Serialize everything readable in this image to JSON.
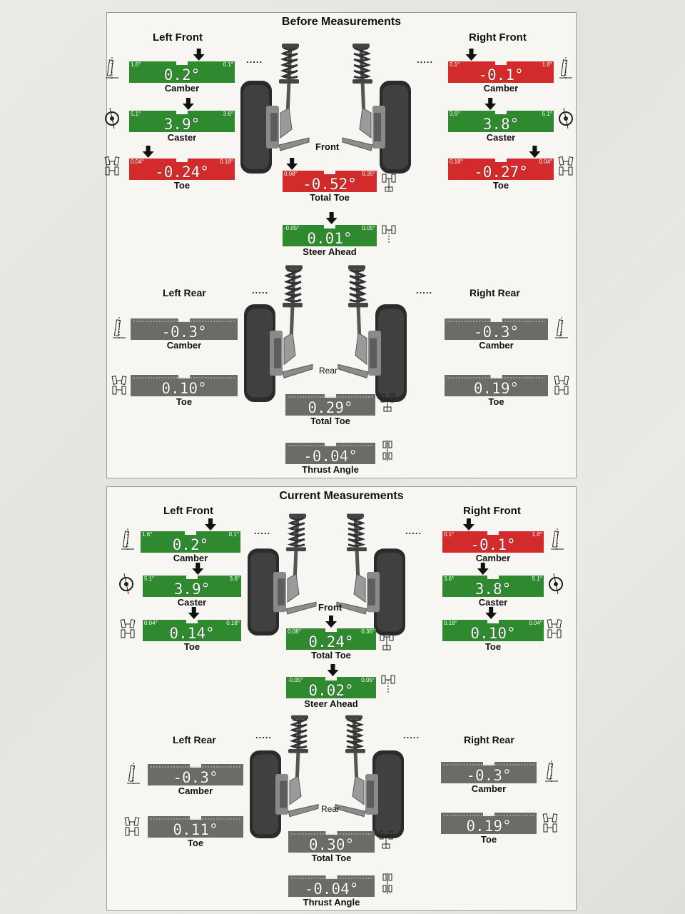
{
  "colors": {
    "green": "#2f8a2f",
    "red": "#d32b2b",
    "gray": "#6c6b68"
  },
  "before": {
    "title": "Before Measurements",
    "left_front": "Left Front",
    "right_front": "Right Front",
    "front": "Front",
    "left_rear": "Left Rear",
    "right_rear": "Right Rear",
    "rear": "Rear",
    "gauges": {
      "lf_camber": {
        "value": "0.2°",
        "min": "1.6°",
        "max": "0.1°",
        "label": "Camber",
        "status": "green"
      },
      "lf_caster": {
        "value": "3.9°",
        "min": "5.1°",
        "max": "3.6°",
        "label": "Caster",
        "status": "green"
      },
      "lf_toe": {
        "value": "-0.24°",
        "min": "0.04°",
        "max": "0.18°",
        "label": "Toe",
        "status": "red"
      },
      "rf_camber": {
        "value": "-0.1°",
        "min": "0.1°",
        "max": "1.6°",
        "label": "Camber",
        "status": "red"
      },
      "rf_caster": {
        "value": "3.8°",
        "min": "3.6°",
        "max": "5.1°",
        "label": "Caster",
        "status": "green"
      },
      "rf_toe": {
        "value": "-0.27°",
        "min": "0.18°",
        "max": "0.04°",
        "label": "Toe",
        "status": "red"
      },
      "f_total_toe": {
        "value": "-0.52°",
        "min": "0.08°",
        "max": "0.35°",
        "label": "Total Toe",
        "status": "red"
      },
      "steer_ahead": {
        "value": "0.01°",
        "min": "-0.05°",
        "max": "0.05°",
        "label": "Steer Ahead",
        "status": "green"
      },
      "lr_camber": {
        "value": "-0.3°",
        "label": "Camber",
        "status": "gray"
      },
      "lr_toe": {
        "value": "0.10°",
        "label": "Toe",
        "status": "gray"
      },
      "rr_camber": {
        "value": "-0.3°",
        "label": "Camber",
        "status": "gray"
      },
      "rr_toe": {
        "value": "0.19°",
        "label": "Toe",
        "status": "gray"
      },
      "r_total_toe": {
        "value": "0.29°",
        "label": "Total Toe",
        "status": "gray"
      },
      "thrust": {
        "value": "-0.04°",
        "label": "Thrust Angle",
        "status": "gray"
      }
    }
  },
  "current": {
    "title": "Current Measurements",
    "left_front": "Left Front",
    "right_front": "Right Front",
    "front": "Front",
    "left_rear": "Left Rear",
    "right_rear": "Right Rear",
    "rear": "Rear",
    "gauges": {
      "lf_camber": {
        "value": "0.2°",
        "min": "1.6°",
        "max": "0.1°",
        "label": "Camber",
        "status": "green"
      },
      "lf_caster": {
        "value": "3.9°",
        "min": "5.1°",
        "max": "3.6°",
        "label": "Caster",
        "status": "green"
      },
      "lf_toe": {
        "value": "0.14°",
        "min": "0.04°",
        "max": "0.18°",
        "label": "Toe",
        "status": "green"
      },
      "rf_camber": {
        "value": "-0.1°",
        "min": "0.1°",
        "max": "1.6°",
        "label": "Camber",
        "status": "red"
      },
      "rf_caster": {
        "value": "3.8°",
        "min": "3.6°",
        "max": "5.1°",
        "label": "Caster",
        "status": "green"
      },
      "rf_toe": {
        "value": "0.10°",
        "min": "0.18°",
        "max": "0.04°",
        "label": "Toe",
        "status": "green"
      },
      "f_total_toe": {
        "value": "0.24°",
        "min": "0.08°",
        "max": "0.35°",
        "label": "Total Toe",
        "status": "green"
      },
      "steer_ahead": {
        "value": "0.02°",
        "min": "-0.05°",
        "max": "0.05°",
        "label": "Steer Ahead",
        "status": "green"
      },
      "lr_camber": {
        "value": "-0.3°",
        "label": "Camber",
        "status": "gray"
      },
      "lr_toe": {
        "value": "0.11°",
        "label": "Toe",
        "status": "gray"
      },
      "rr_camber": {
        "value": "-0.3°",
        "label": "Camber",
        "status": "gray"
      },
      "rr_toe": {
        "value": "0.19°",
        "label": "Toe",
        "status": "gray"
      },
      "r_total_toe": {
        "value": "0.30°",
        "label": "Total Toe",
        "status": "gray"
      },
      "thrust": {
        "value": "-0.04°",
        "label": "Thrust Angle",
        "status": "gray"
      }
    }
  },
  "icons": {
    "camber": "camber-wheel-icon",
    "caster": "caster-wheel-icon",
    "toe": "toe-wheels-icon",
    "total_toe": "total-toe-icon",
    "steer_ahead": "steer-ahead-icon",
    "thrust": "thrust-angle-icon"
  }
}
